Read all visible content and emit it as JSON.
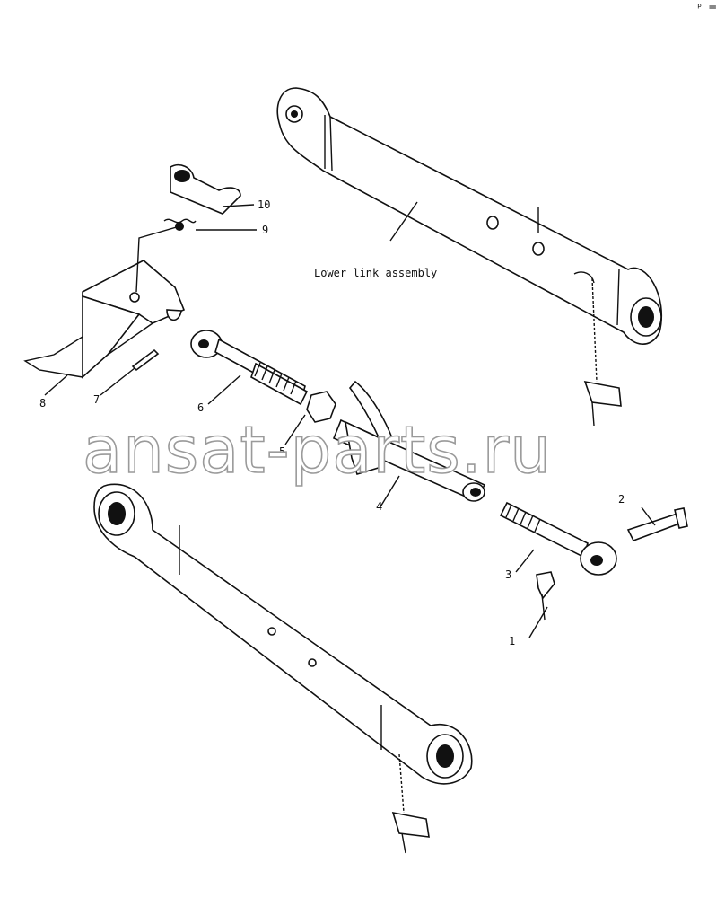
{
  "caption": "Lower link assembly",
  "watermark": "ansat-parts.ru",
  "corner_mark": "ᵖ ═",
  "callouts": [
    {
      "id": "c1",
      "text": "1"
    },
    {
      "id": "c2",
      "text": "2"
    },
    {
      "id": "c3",
      "text": "3"
    },
    {
      "id": "c4",
      "text": "4"
    },
    {
      "id": "c5",
      "text": "5"
    },
    {
      "id": "c6",
      "text": "6"
    },
    {
      "id": "c7",
      "text": "7"
    },
    {
      "id": "c8",
      "text": "8"
    },
    {
      "id": "c9",
      "text": "9"
    },
    {
      "id": "c10",
      "text": "10"
    }
  ]
}
